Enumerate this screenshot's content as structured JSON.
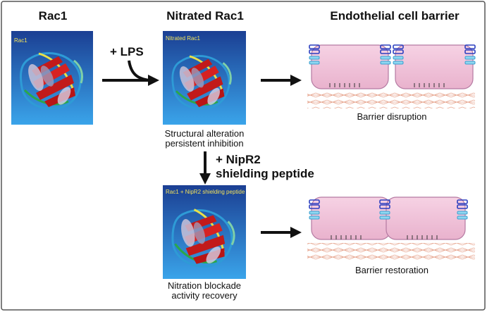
{
  "headers": {
    "rac1": "Rac1",
    "nitrated": "Nitrated Rac1",
    "barrier": "Endothelial cell barrier"
  },
  "panels": {
    "rac1": "Rac1",
    "nitrated": "Nitrated Rac1",
    "treated": "Rac1 + NipR2 shielding peptide"
  },
  "steps": {
    "lps": "+ LPS",
    "nipr2_line1": "+ NipR2",
    "nipr2_line2": "shielding peptide"
  },
  "captions": {
    "nitrated_line1": "Structural alteration",
    "nitrated_line2": "persistent inhibition",
    "treated_line1": "Nitration blockade",
    "treated_line2": "activity recovery",
    "disruption": "Barrier disruption",
    "restoration": "Barrier restoration"
  },
  "colors": {
    "border": "#555555",
    "panel_bg_top": "#1b3f93",
    "panel_bg_bottom": "#3aa4ea",
    "cell_fill": "#f2c6dc",
    "cell_stroke": "#b57aa2",
    "junction": "#2c3fbf",
    "arrow": "#111111"
  }
}
